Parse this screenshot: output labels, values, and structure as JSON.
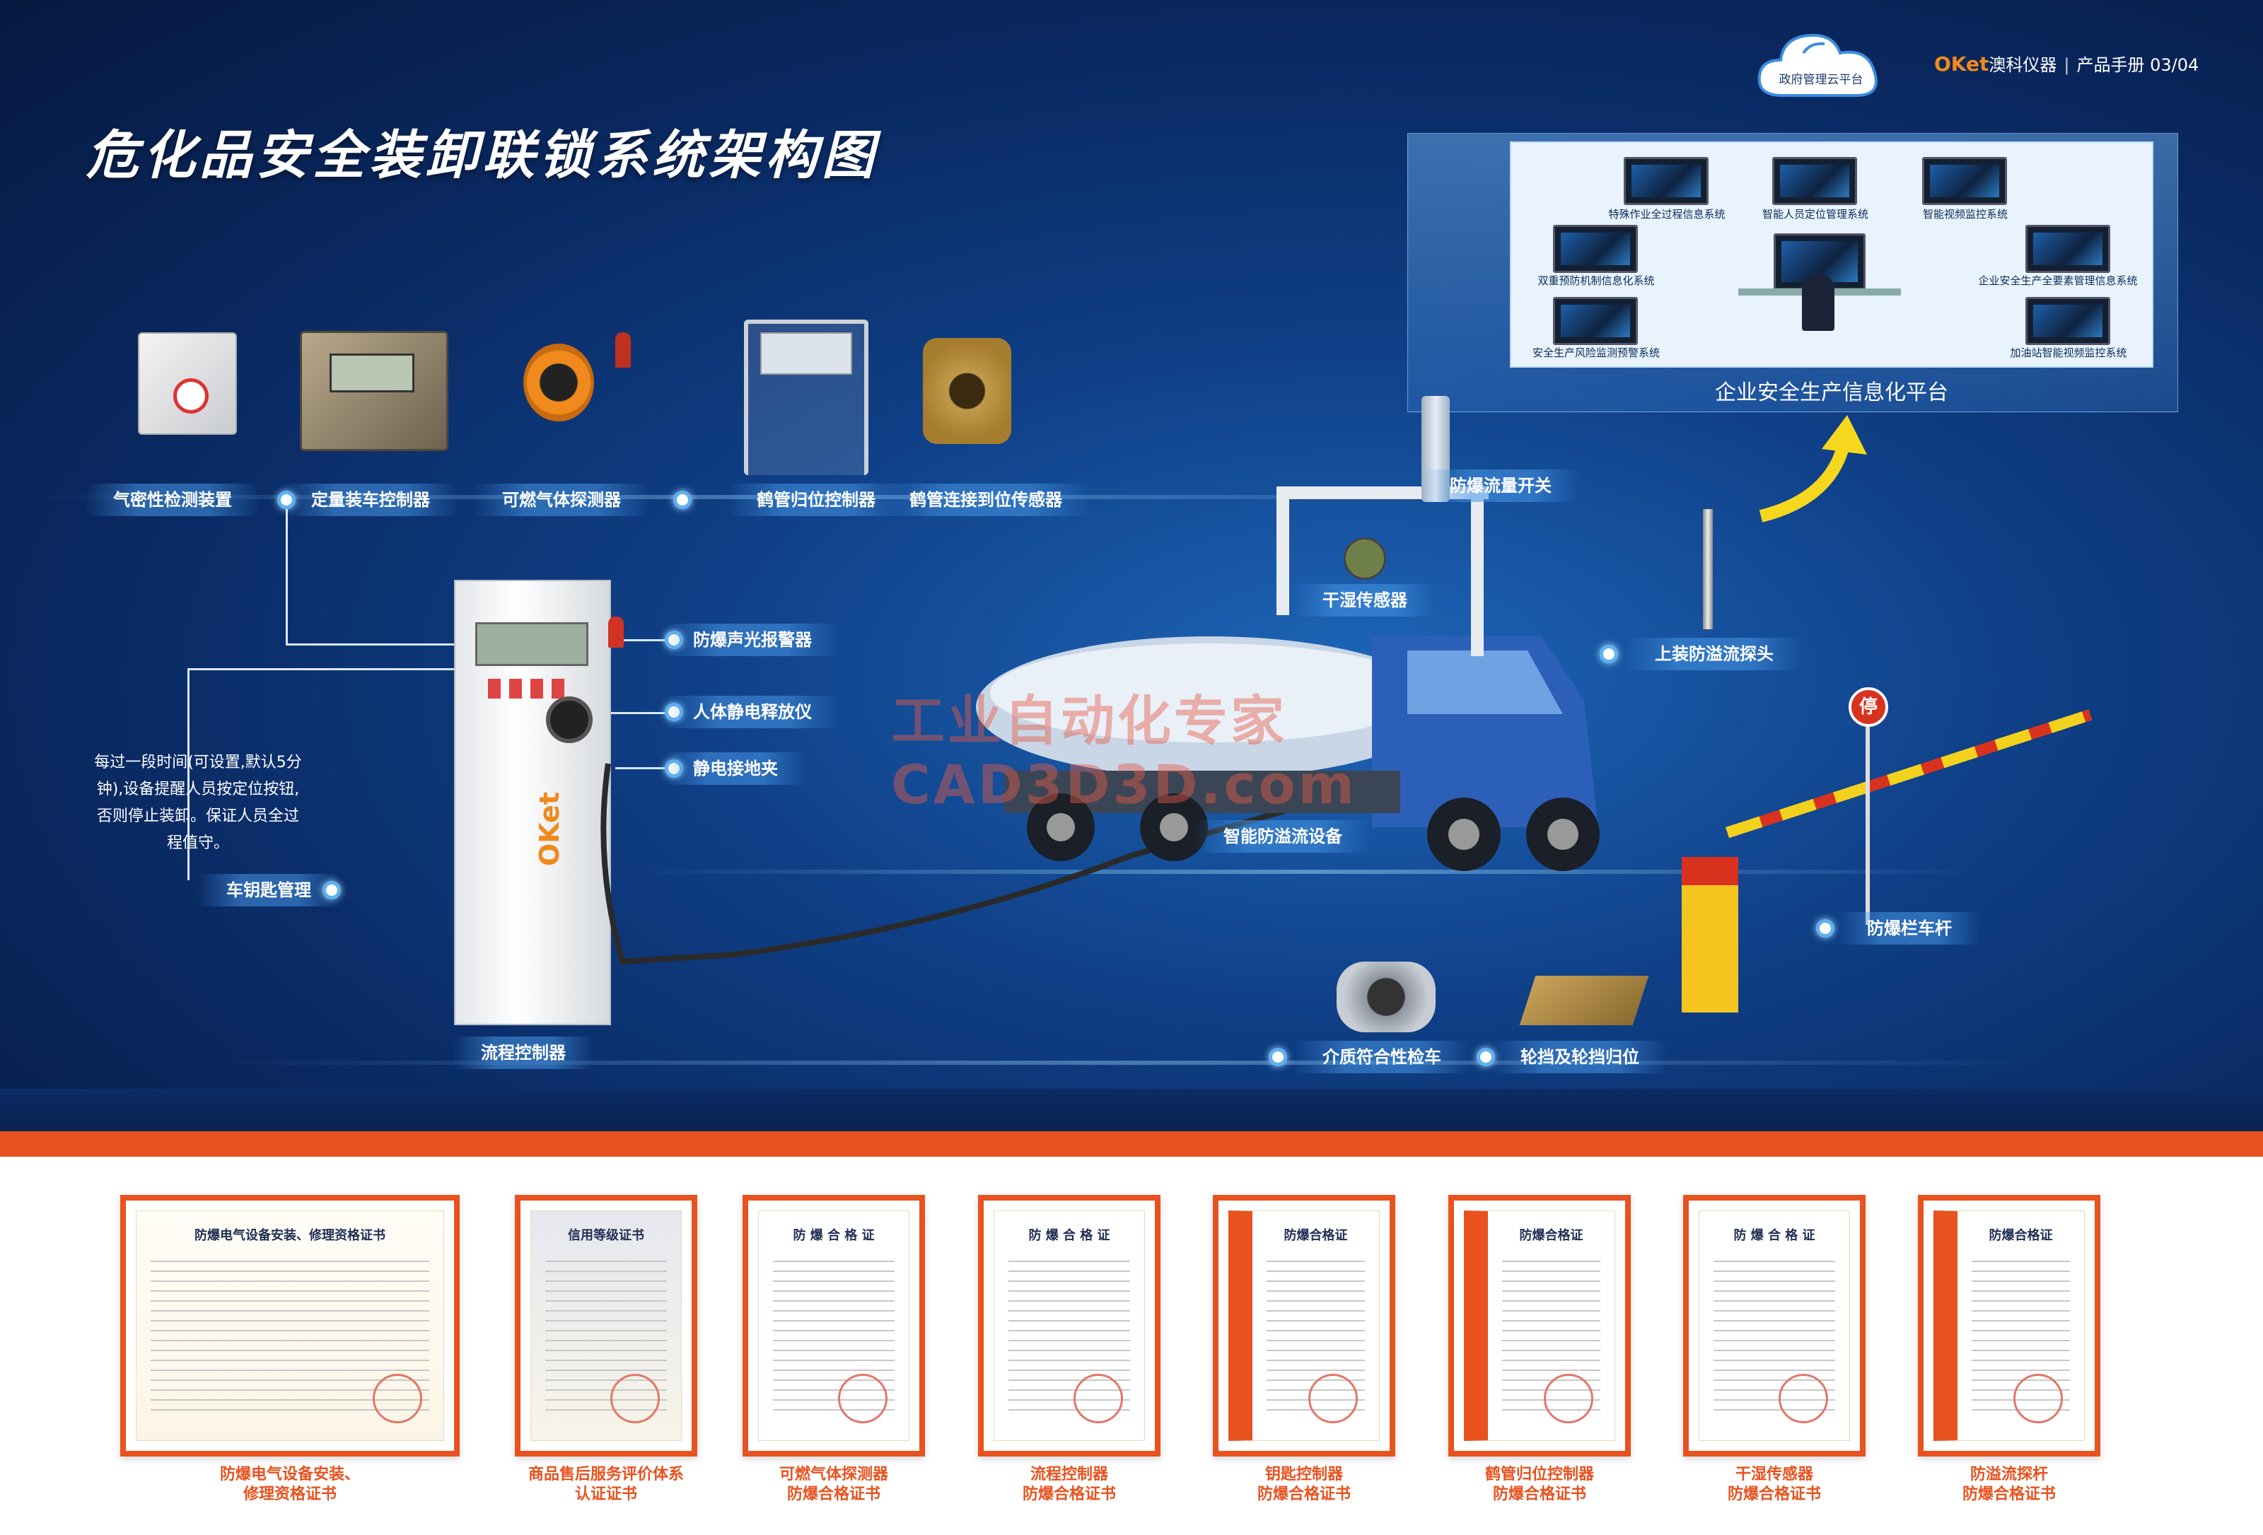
{
  "title": "危化品安全装卸联锁系统架构图",
  "brand": {
    "logo": "OKet",
    "company": "澳科仪器",
    "manual": "产品手册 03/04"
  },
  "cloud": {
    "label": "政府管理云平台"
  },
  "enterprise": {
    "title": "企业安全生产信息化平台",
    "systems": [
      "特殊作业全过程信息系统",
      "智能人员定位管理系统",
      "智能视频监控系统",
      "双重预防机制信息化系统",
      "企业安全生产全要素管理信息系统",
      "安全生产风险监测预警系统",
      "加油站智能视频监控系统"
    ]
  },
  "labels": {
    "airtight": "气密性检测装置",
    "quant_ctrl": "定量装车控制器",
    "gas_det": "可燃气体探测器",
    "crane_return": "鹤管归位控制器",
    "crane_sensor": "鹤管连接到位传感器",
    "alarm": "防爆声光报警器",
    "static_release": "人体静电释放仪",
    "ground_clip": "静电接地夹",
    "key_mgmt": "车钥匙管理",
    "flow_ctrl": "流程控制器",
    "flow_switch": "防爆流量开关",
    "dry_wet": "干湿传感器",
    "overflow_probe": "上装防溢流探头",
    "smart_overflow": "智能防溢流设备",
    "barrier": "防爆栏车杆",
    "medium_check": "介质符合性检车",
    "wheel_chock": "轮挡及轮挡归位",
    "stop_sign": "停"
  },
  "note": "每过一段时间(可设置,默认5分钟),设备提醒人员按定位按钮,否则停止装卸。保证人员全过程值守。",
  "watermark": {
    "line1": "工业自动化专家",
    "line2": "CAD3D3D.com"
  },
  "certificates": [
    {
      "head": "防爆电气设备安装、修理资格证书",
      "caption1": "防爆电气设备安装、",
      "caption2": "修理资格证书"
    },
    {
      "head": "信用等级证书",
      "caption1": "商品售后服务评价体系",
      "caption2": "认证证书"
    },
    {
      "head": "防 爆 合 格 证",
      "caption1": "可燃气体探测器",
      "caption2": "防爆合格证书"
    },
    {
      "head": "防 爆 合 格 证",
      "caption1": "流程控制器",
      "caption2": "防爆合格证书"
    },
    {
      "head": "防爆合格证",
      "caption1": "钥匙控制器",
      "caption2": "防爆合格证书"
    },
    {
      "head": "防爆合格证",
      "caption1": "鹤管归位控制器",
      "caption2": "防爆合格证书"
    },
    {
      "head": "防 爆 合 格 证",
      "caption1": "干湿传感器",
      "caption2": "防爆合格证书"
    },
    {
      "head": "防爆合格证",
      "caption1": "防溢流探杆",
      "caption2": "防爆合格证书"
    }
  ],
  "colors": {
    "accent": "#e8521f",
    "brand_orange": "#f08a1d",
    "bg_blue": "#0f3f86"
  }
}
